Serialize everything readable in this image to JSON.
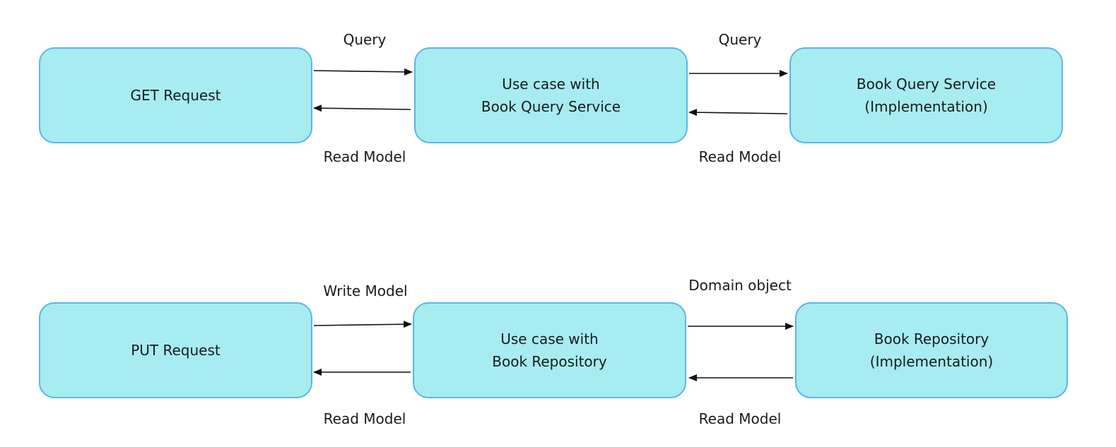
{
  "rows": [
    {
      "boxes": [
        {
          "lines": [
            "GET Request"
          ]
        },
        {
          "lines": [
            "Use case with",
            "Book Query Service"
          ]
        },
        {
          "lines": [
            "Book Query Service",
            "(Implementation)"
          ]
        }
      ],
      "labels": {
        "forward_1": "Query",
        "back_1": "Read Model",
        "forward_2": "Query",
        "back_2": "Read Model"
      }
    },
    {
      "boxes": [
        {
          "lines": [
            "PUT Request"
          ]
        },
        {
          "lines": [
            "Use case with",
            "Book Repository"
          ]
        },
        {
          "lines": [
            "Book Repository",
            "(Implementation)"
          ]
        }
      ],
      "labels": {
        "forward_1": "Write Model",
        "back_1": "Read Model",
        "forward_2": "Domain object",
        "back_2": "Read Model"
      }
    }
  ],
  "colors": {
    "box_fill": "#a6ecf0",
    "box_border": "#5bb6e4",
    "arrow": "#111111"
  }
}
